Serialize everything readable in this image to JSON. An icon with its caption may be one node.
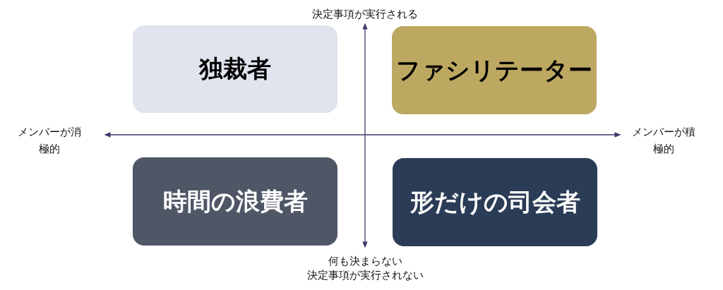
{
  "diagram": {
    "nodes": [
      {
        "text": [
          "独裁者"
        ]
      },
      {
        "text": [
          "ファシリテーター"
        ]
      },
      {
        "text": [
          "時間の浪費者"
        ]
      },
      {
        "text": [
          "形だけの司会者"
        ]
      }
    ],
    "labels": [
      "決定事項が実行される",
      "メンバーが消極的",
      "メンバーが積極的",
      "何も決まらない",
      "決定事項が実行されない"
    ]
  }
}
